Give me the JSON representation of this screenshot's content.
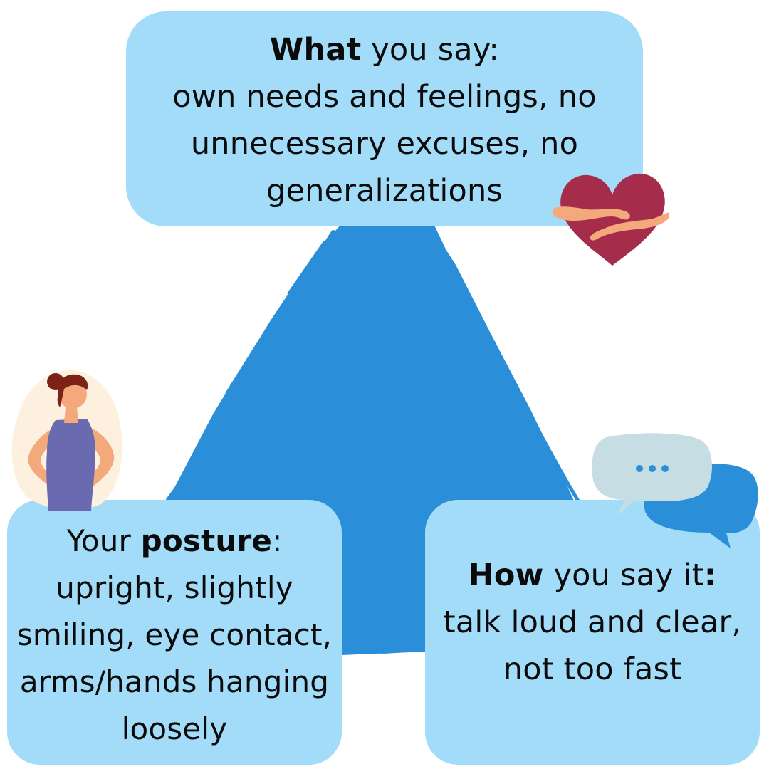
{
  "colors": {
    "triangle": "#2a8fd8",
    "box": "#a2dcf8",
    "heart": "#a62c4c",
    "skin": "#f3a97c",
    "speech_light": "#c7dde4",
    "speech_dark": "#2a8fd8",
    "shirt": "#6a6ab0",
    "hair": "#7d2216"
  },
  "icons": {
    "top": "heart-hug-icon",
    "left": "woman-hands-on-hips-icon",
    "right": "speech-bubbles-icon"
  },
  "what_box": {
    "title_bold": "What",
    "title_rest": " you say:",
    "lines": [
      "own needs and feelings, no",
      "unnecessary excuses, no",
      "generalizations"
    ]
  },
  "posture_box": {
    "title_pre": "Your ",
    "title_bold": "posture",
    "title_post": ":",
    "lines": [
      "upright, slightly",
      "smiling, eye contact,",
      "arms/hands hanging",
      "loosely"
    ]
  },
  "how_box": {
    "title_bold": "How",
    "title_rest": " you say it",
    "title_colon": ":",
    "lines": [
      "talk loud and clear,",
      "not too fast"
    ]
  }
}
